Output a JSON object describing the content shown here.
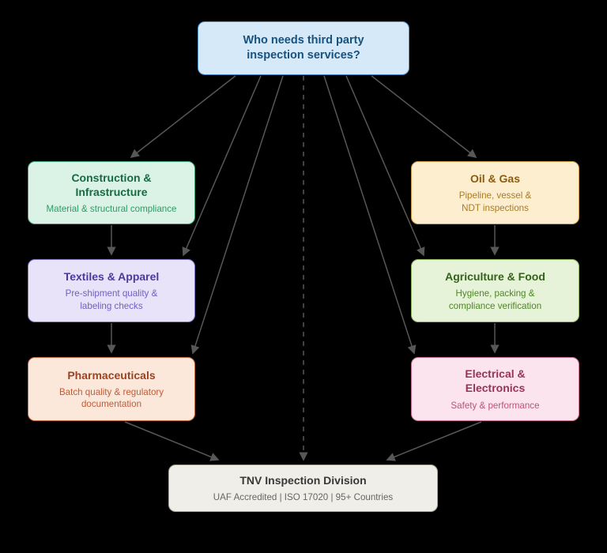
{
  "root": {
    "title": "Who needs third party inspection services?"
  },
  "nodes": {
    "construction": {
      "title": "Construction & Infrastructure",
      "subtitle": "Material & structural compliance"
    },
    "textiles": {
      "title": "Textiles & Apparel",
      "subtitle": "Pre-shipment quality & labeling checks"
    },
    "pharma": {
      "title": "Pharmaceuticals",
      "subtitle": "Batch quality & regulatory documentation"
    },
    "oilgas": {
      "title": "Oil & Gas",
      "subtitle": "Pipeline, vessel & NDT inspections"
    },
    "agrifood": {
      "title": "Agriculture & Food",
      "subtitle": "Hygiene, packing & compliance verification"
    },
    "electrical": {
      "title": "Electrical & Electronics",
      "subtitle": "Safety & performance"
    },
    "footer": {
      "title": "TNV Inspection Division",
      "subtitle": "UAF Accredited | ISO 17020 | 95+ Countries"
    }
  },
  "edges": [
    {
      "from": "root",
      "to": "construction",
      "style": "solid"
    },
    {
      "from": "root",
      "to": "textiles",
      "style": "solid"
    },
    {
      "from": "root",
      "to": "pharma",
      "style": "solid"
    },
    {
      "from": "root",
      "to": "oilgas",
      "style": "solid"
    },
    {
      "from": "root",
      "to": "agrifood",
      "style": "solid"
    },
    {
      "from": "root",
      "to": "electrical",
      "style": "solid"
    },
    {
      "from": "construction",
      "to": "textiles",
      "style": "solid"
    },
    {
      "from": "textiles",
      "to": "pharma",
      "style": "solid"
    },
    {
      "from": "pharma",
      "to": "footer",
      "style": "solid"
    },
    {
      "from": "oilgas",
      "to": "agrifood",
      "style": "solid"
    },
    {
      "from": "agrifood",
      "to": "electrical",
      "style": "solid"
    },
    {
      "from": "electrical",
      "to": "footer",
      "style": "solid"
    },
    {
      "from": "root",
      "to": "footer",
      "style": "dashed"
    }
  ],
  "palette": {
    "background": "#000000",
    "edge": "#575757",
    "root_fill": "#d6e9f9",
    "root_stroke": "#4e93d4",
    "root_text": "#17527e",
    "construction_fill": "#dbf3e7",
    "construction_stroke": "#35a372",
    "textiles_fill": "#e8e3f8",
    "textiles_stroke": "#8274cb",
    "pharma_fill": "#fce8db",
    "pharma_stroke": "#c8693f",
    "oilgas_fill": "#fdeecf",
    "oilgas_stroke": "#cf9c45",
    "agrifood_fill": "#e6f3d8",
    "agrifood_stroke": "#8ab45c",
    "electrical_fill": "#fbe4ed",
    "electrical_stroke": "#cc6d92",
    "footer_fill": "#f0eee8",
    "footer_stroke": "#a8a294"
  }
}
